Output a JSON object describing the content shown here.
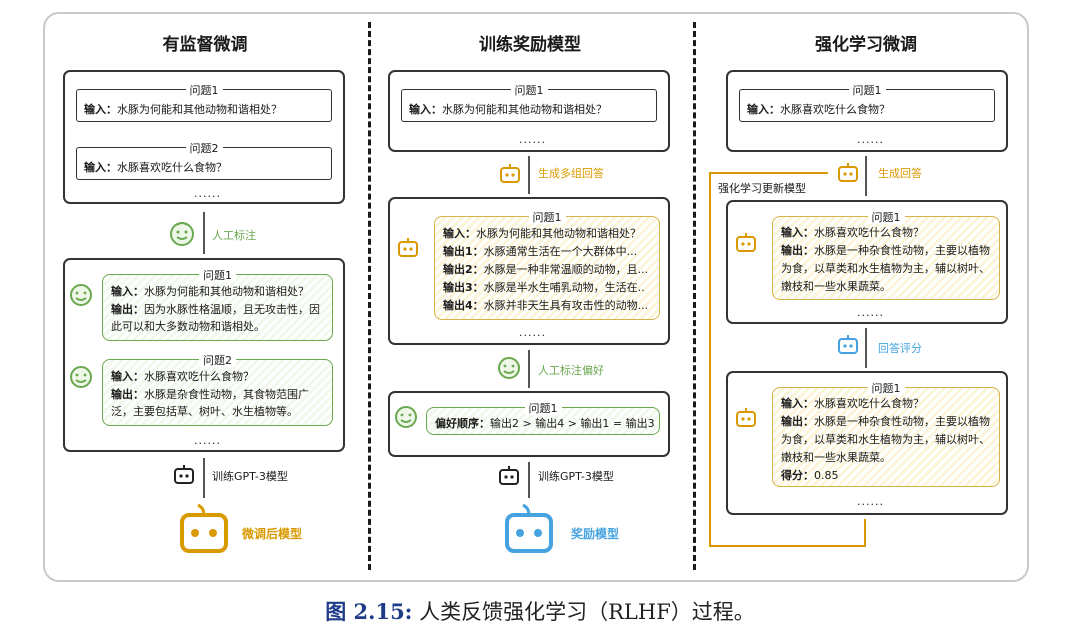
{
  "columns": {
    "sft": {
      "title": "有监督微调",
      "questions": [
        {
          "head": "问题1",
          "input_label": "输入：",
          "input": "水豚为何能和其他动物和谐相处？"
        },
        {
          "head": "问题2",
          "input_label": "输入：",
          "input": "水豚喜欢吃什么食物？"
        }
      ],
      "dots_top": "......",
      "annotate_label": "人工标注",
      "answers": [
        {
          "head": "问题1",
          "input_label": "输入：",
          "input": "水豚为何能和其他动物和谐相处？",
          "output_label": "输出：",
          "output1": "因为水豚性格温顺，且无攻击性，因",
          "output2": "此可以和大多数动物和谐相处。"
        },
        {
          "head": "问题2",
          "input_label": "输入：",
          "input": "水豚喜欢吃什么食物？",
          "output_label": "输出：",
          "output1": "水豚是杂食性动物，其食物范围广",
          "output2": "泛，主要包括草、树叶、水生植物等。"
        }
      ],
      "dots_bottom": "......",
      "train_label": "训练GPT-3模型",
      "result_label": "微调后模型"
    },
    "rm": {
      "title": "训练奖励模型",
      "question": {
        "head": "问题1",
        "input_label": "输入：",
        "input": "水豚为何能和其他动物和谐相处？"
      },
      "dots_top": "......",
      "generate_label": "生成多组回答",
      "answers": {
        "head": "问题1",
        "input_label": "输入：",
        "input": "水豚为何能和其他动物和谐相处？",
        "outputs": [
          {
            "label": "输出1：",
            "text": "水豚通常生活在一个大群体中..."
          },
          {
            "label": "输出2：",
            "text": "水豚是一种非常温顺的动物，且..."
          },
          {
            "label": "输出3：",
            "text": "水豚是半水生哺乳动物，生活在.."
          },
          {
            "label": "输出4：",
            "text": "水豚并非天生具有攻击性的动物..."
          }
        ]
      },
      "dots_mid": "......",
      "prefer_label": "人工标注偏好",
      "rank": {
        "head": "问题1",
        "label": "偏好顺序：",
        "text": "输出2 > 输出4 > 输出1 = 输出3"
      },
      "train_label": "训练GPT-3模型",
      "result_label": "奖励模型"
    },
    "rl": {
      "title": "强化学习微调",
      "question": {
        "head": "问题1",
        "input_label": "输入：",
        "input": "水豚喜欢吃什么食物？"
      },
      "dots_top": "......",
      "update_label": "强化学习更新模型",
      "generate_label": "生成回答",
      "answer": {
        "head": "问题1",
        "input_label": "输入：",
        "input": "水豚喜欢吃什么食物？",
        "output_label": "输出：",
        "output1": "水豚是一种杂食性动物，主要以植物",
        "output2": "为食，以草类和水生植物为主，辅以树叶、",
        "output3": "嫩枝和一些水果蔬菜。"
      },
      "dots_mid": "......",
      "score_step_label": "回答评分",
      "scored": {
        "head": "问题1",
        "input_label": "输入：",
        "input": "水豚喜欢吃什么食物？",
        "output_label": "输出：",
        "output1": "水豚是一种杂食性动物，主要以植物",
        "output2": "为食，以草类和水生植物为主，辅以树叶、",
        "output3": "嫩枝和一些水果蔬菜。",
        "score_label": "得分：",
        "score": "0.85"
      },
      "dots_bottom": "......"
    }
  },
  "caption": {
    "number": "图 2.15:",
    "text": "人类反馈强化学习（RLHF）过程。"
  },
  "colors": {
    "green": "#6aa84f",
    "yellow": "#d8b24a",
    "gold": "#d99a00",
    "blue": "#46a3e0"
  }
}
